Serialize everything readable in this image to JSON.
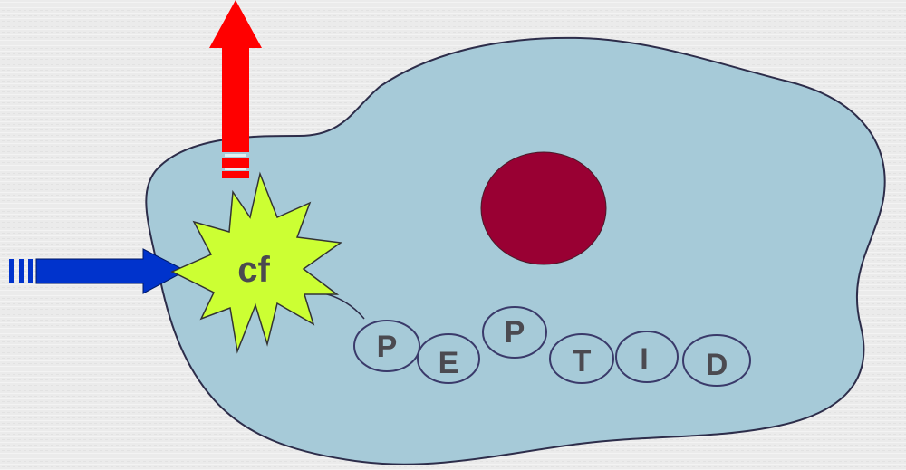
{
  "labels": {
    "star": "cf",
    "beads": [
      "P",
      "E",
      "P",
      "T",
      "I",
      "D"
    ]
  },
  "colors": {
    "background": "#ebebeb",
    "cell_fill": "#a6cad8",
    "cell_stroke": "#2d2d4a",
    "nucleus": "#990033",
    "star_fill": "#ccff33",
    "out_arrow": "#ff0000",
    "in_arrow": "#0033cc",
    "bead_fill": "#a6cad8",
    "bead_stroke": "#3a3a6a"
  },
  "icons": {
    "out_arrow": "red-up-arrow-icon",
    "in_arrow": "blue-right-arrow-icon",
    "star": "starburst-icon"
  }
}
